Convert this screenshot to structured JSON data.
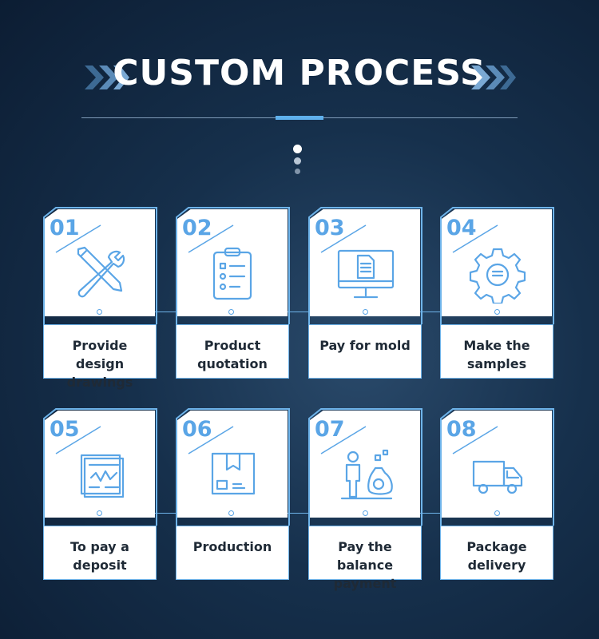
{
  "header": {
    "title": "CUSTOM PROCESS"
  },
  "colors": {
    "accent": "#5fb0ec",
    "number": "#5aa5e6",
    "background": "#16304c"
  },
  "steps": [
    {
      "number": "01",
      "label": "Provide design drawings",
      "icon": "wrench-pencil-icon"
    },
    {
      "number": "02",
      "label": "Product quotation",
      "icon": "clipboard-checklist-icon"
    },
    {
      "number": "03",
      "label": "Pay for mold",
      "icon": "monitor-document-icon"
    },
    {
      "number": "04",
      "label": "Make the samples",
      "icon": "gear-icon"
    },
    {
      "number": "05",
      "label": "To pay a deposit",
      "icon": "invoice-icon"
    },
    {
      "number": "06",
      "label": "Production",
      "icon": "box-icon"
    },
    {
      "number": "07",
      "label": "Pay the balance payment",
      "icon": "person-moneybag-icon"
    },
    {
      "number": "08",
      "label": "Package delivery",
      "icon": "truck-icon"
    }
  ]
}
